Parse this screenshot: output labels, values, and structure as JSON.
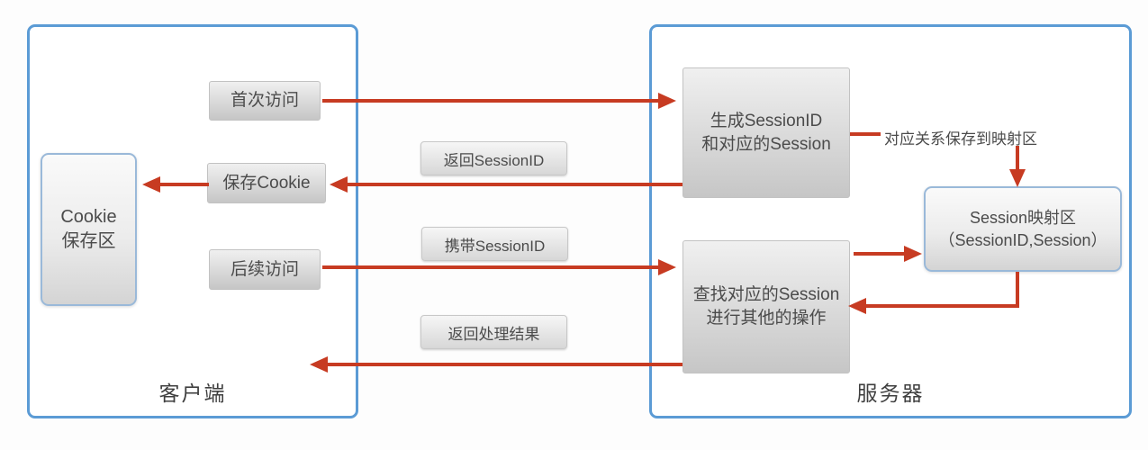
{
  "client": {
    "label": "客户端",
    "cookie_store": {
      "line1": "Cookie",
      "line2": "保存区"
    },
    "steps": {
      "first_visit": "首次访问",
      "save_cookie": "保存Cookie",
      "subsequent_visit": "后续访问"
    }
  },
  "messages": {
    "return_sessionid": "返回SessionID",
    "carry_sessionid": "携带SessionID",
    "return_result": "返回处理结果"
  },
  "server": {
    "label": "服务器",
    "generate_session": {
      "line1": "生成SessionID",
      "line2": "和对应的Session"
    },
    "find_session": {
      "line1": "查找对应的Session",
      "line2": "进行其他的操作"
    },
    "session_map": {
      "line1": "Session映射区",
      "line2": "（SessionID,Session）"
    },
    "map_note": "对应关系保存到映射区"
  },
  "colors": {
    "arrow": "#c73b22",
    "container_border": "#5b9bd5",
    "store_border": "#9ab9d9"
  }
}
